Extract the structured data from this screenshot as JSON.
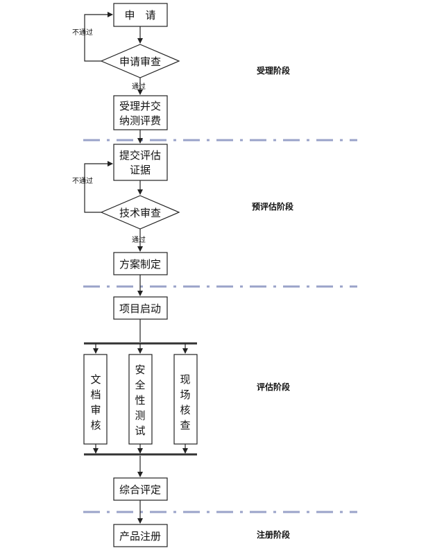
{
  "nodes": {
    "apply": "申　请",
    "apply_review": "申请审查",
    "accept_l1": "受理并交",
    "accept_l2": "纳测评费",
    "submit_l1": "提交评估",
    "submit_l2": "证据",
    "tech_review": "技术审查",
    "plan": "方案制定",
    "project_start": "项目启动",
    "doc_review": [
      "文",
      "档",
      "审",
      "核"
    ],
    "security_test": [
      "安",
      "全",
      "性",
      "测",
      "试"
    ],
    "site_check": [
      "现",
      "场",
      "核",
      "查"
    ],
    "comprehensive": "综合评定",
    "product_reg": "产品注册"
  },
  "edge_labels": {
    "fail_1": "不通过",
    "pass_1": "通过",
    "fail_2": "不通过",
    "pass_2": "通过"
  },
  "phases": {
    "accept": "受理阶段",
    "pre_eval": "预评估阶段",
    "eval": "评估阶段",
    "reg": "注册阶段"
  },
  "colors": {
    "separator": "#9aa3c9",
    "line": "#222222"
  }
}
